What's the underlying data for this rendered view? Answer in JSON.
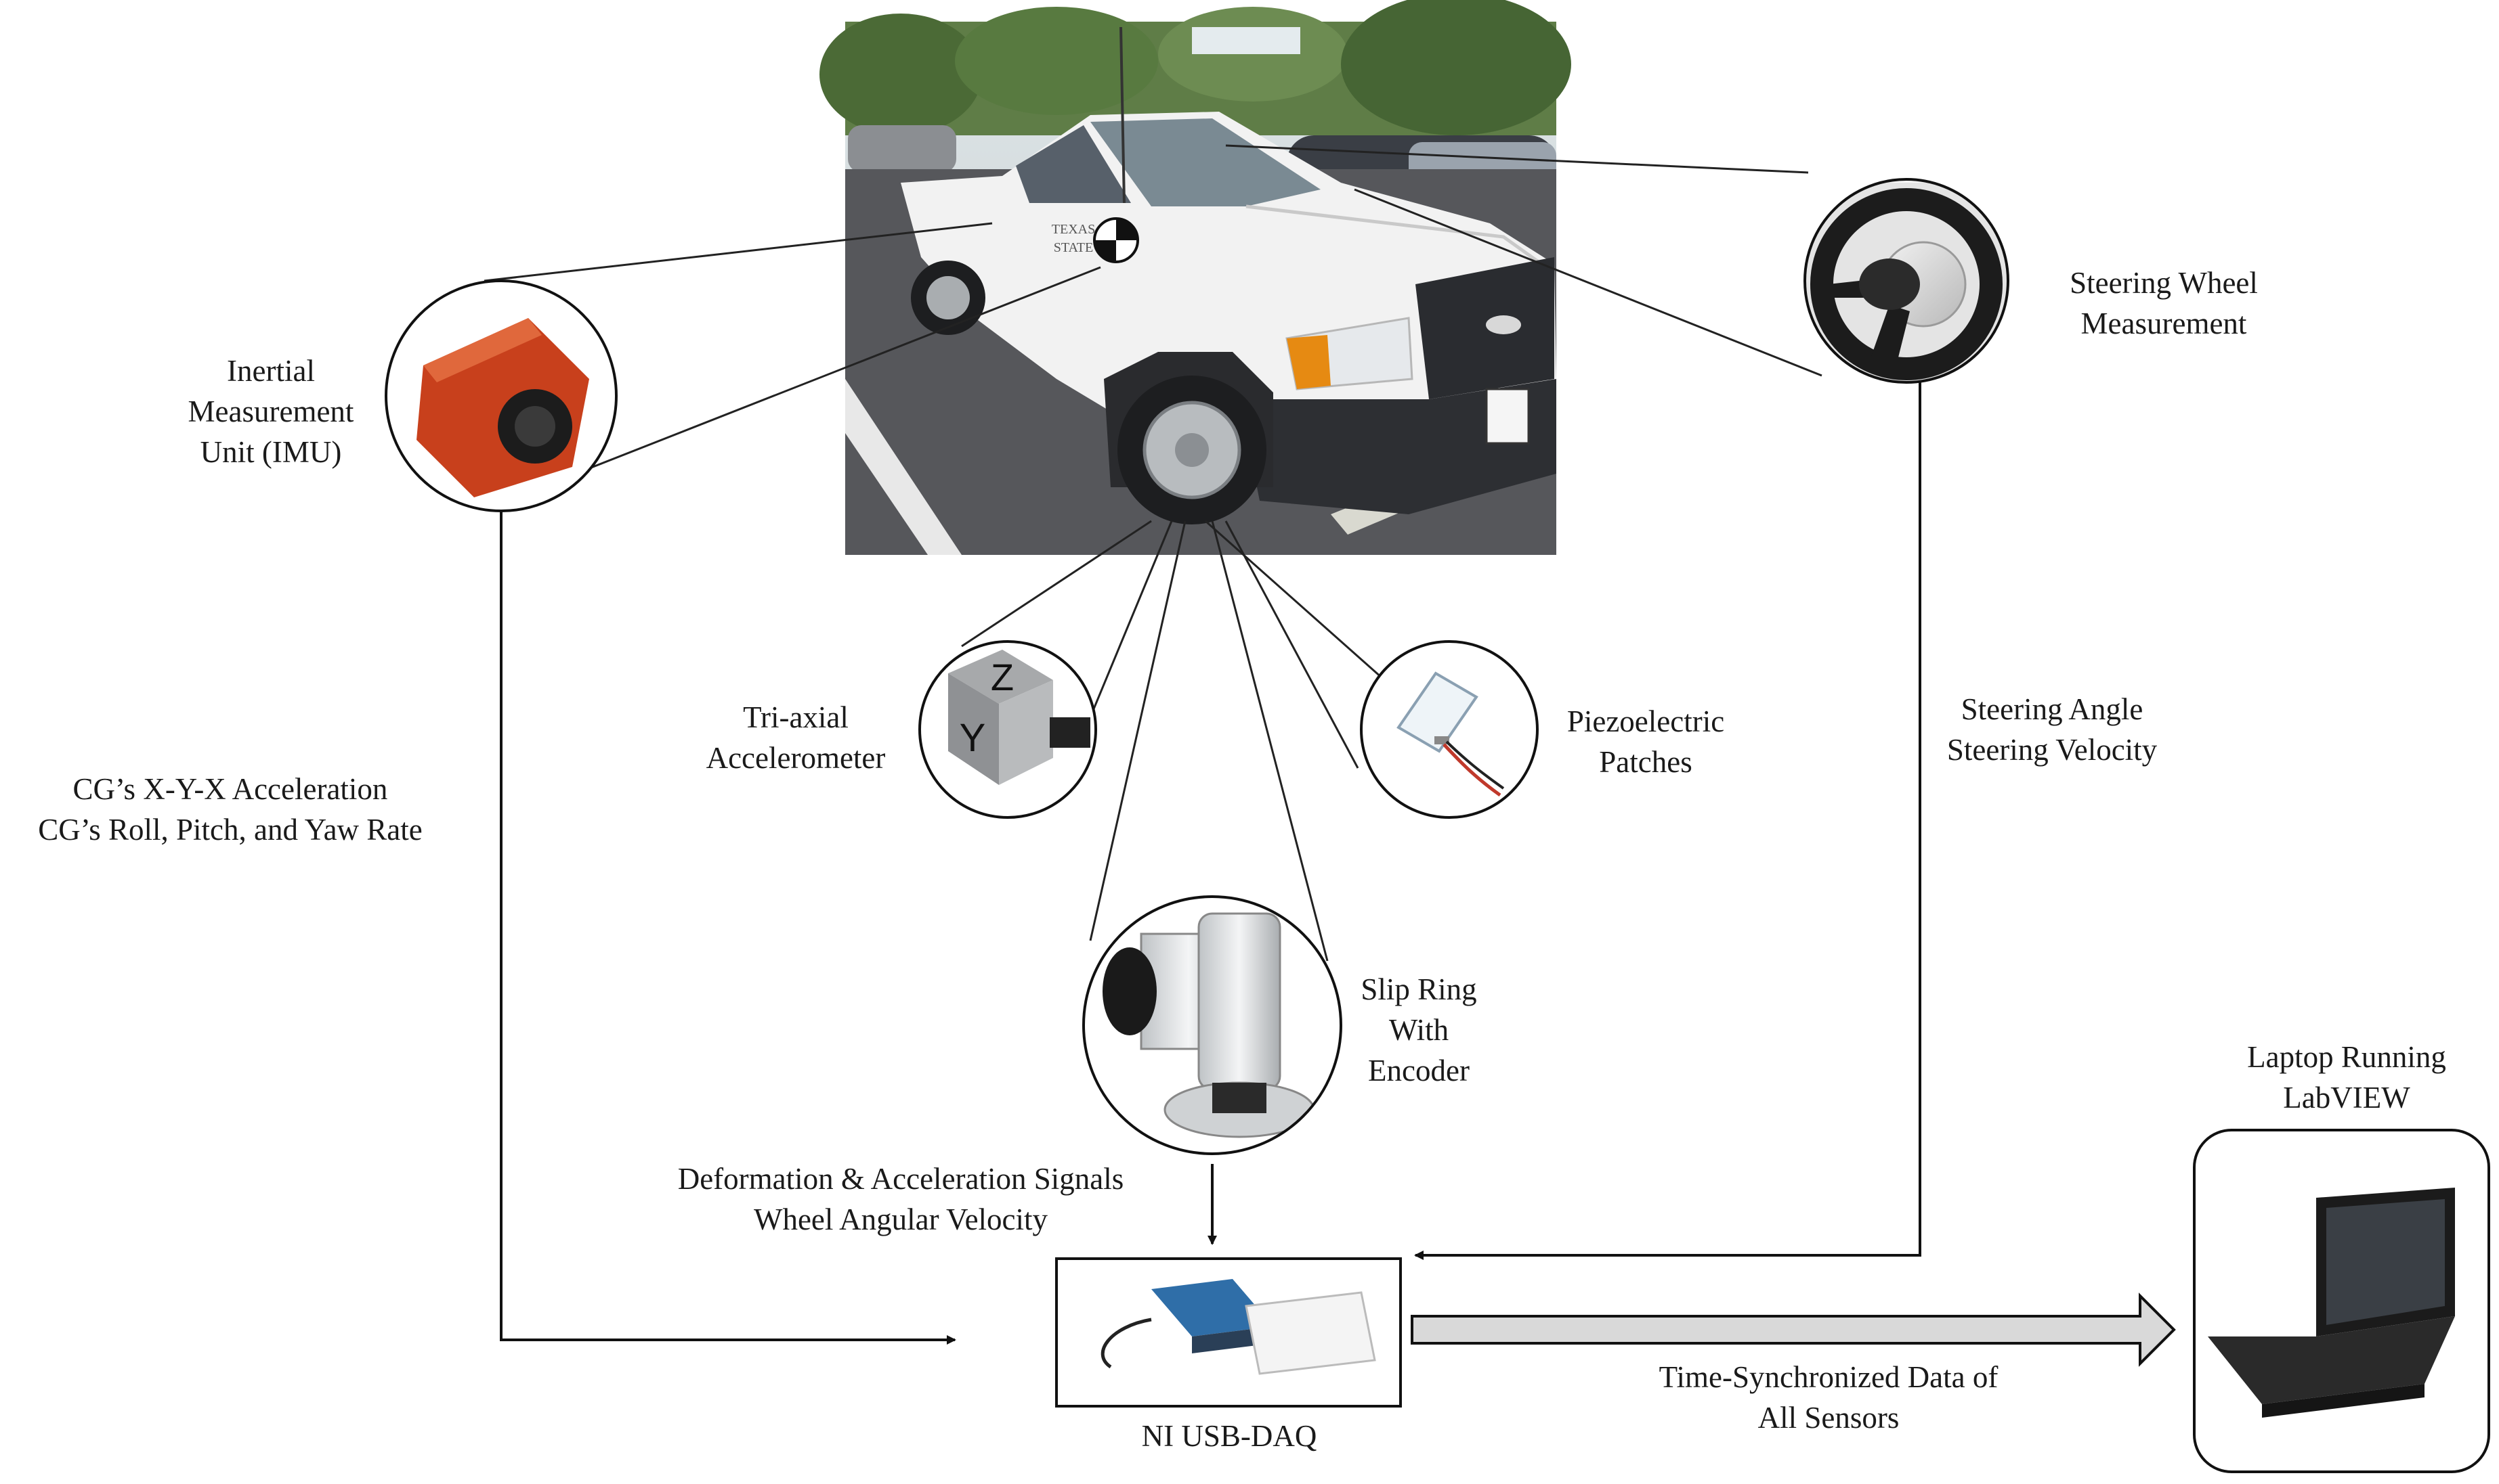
{
  "imu": {
    "lines": [
      "Inertial",
      "Measurement",
      "Unit (IMU)"
    ]
  },
  "steering_wheel": {
    "lines": [
      "Steering Wheel",
      "Measurement"
    ]
  },
  "triaxial": {
    "lines": [
      "Tri-axial",
      "Accelerometer"
    ]
  },
  "piezo": {
    "lines": [
      "Piezoelectric",
      "Patches"
    ]
  },
  "slip_ring": {
    "lines": [
      "Slip Ring",
      "With",
      "Encoder"
    ]
  },
  "laptop": {
    "lines": [
      "Laptop Running",
      "LabVIEW"
    ]
  },
  "cg_signals": {
    "lines": [
      "CG’s X-Y-X Acceleration",
      "CG’s Roll, Pitch, and Yaw Rate"
    ]
  },
  "steering_signals": {
    "lines": [
      "Steering Angle",
      "Steering Velocity"
    ]
  },
  "wheel_signals": {
    "lines": [
      "Deformation & Acceleration Signals",
      "Wheel Angular Velocity"
    ]
  },
  "daq": {
    "label": "NI USB-DAQ"
  },
  "sync": {
    "lines": [
      "Time-Synchronized Data of",
      "All Sensors"
    ]
  },
  "truck_door_text": [
    "TEXAS",
    "STATE"
  ],
  "accel_axis_labels": [
    "Z",
    "Y"
  ],
  "colors": {
    "imu_orange": "#c8401c",
    "truck_white": "#f3f3f3",
    "asphalt": "#5a5a5e",
    "tree_green": "#4d6b3a",
    "line": "#222222",
    "arrow_fill": "#d9d9d9"
  }
}
